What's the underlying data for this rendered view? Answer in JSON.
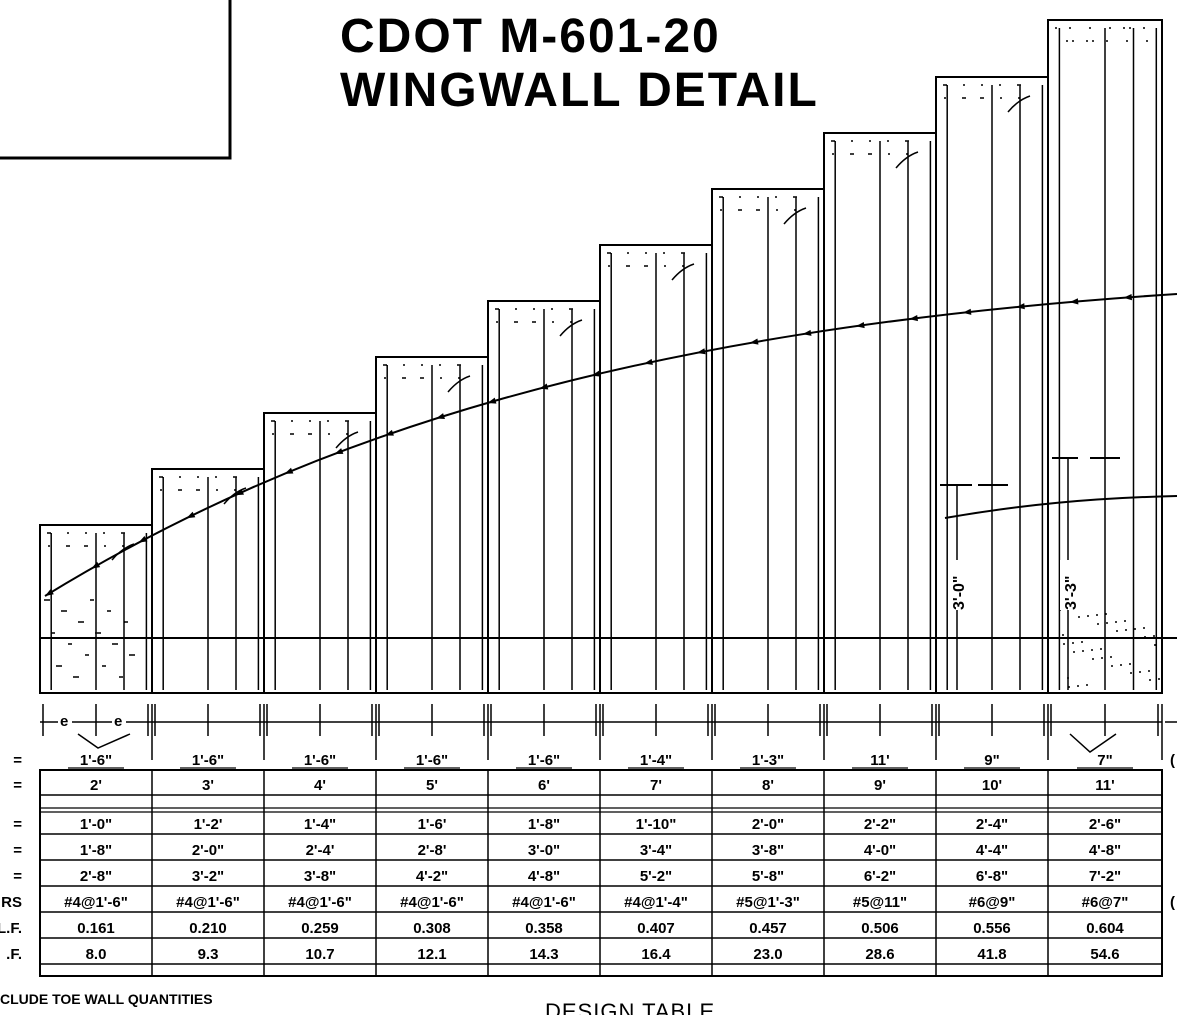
{
  "title": {
    "line1": "CDOT M-601-20",
    "line2": "WINGWALL DETAIL"
  },
  "dimension_marks": {
    "spacing_label": "e",
    "height_a": "3'-0\"",
    "height_b": "3'-3\""
  },
  "table": {
    "row_labels": [
      "=",
      "=",
      "=",
      "=",
      "=",
      "RS",
      "/L.F.",
      ".F."
    ],
    "right_edge_marks": [
      "(",
      "("
    ],
    "rows": [
      [
        "1'-6\"",
        "1'-6\"",
        "1'-6\"",
        "1'-6\"",
        "1'-6\"",
        "1'-4\"",
        "1'-3\"",
        "11'",
        "9\"",
        "7\""
      ],
      [
        "2'",
        "3'",
        "4'",
        "5'",
        "6'",
        "7'",
        "8'",
        "9'",
        "10'",
        "11'"
      ],
      [
        "1'-0\"",
        "1'-2'",
        "1'-4\"",
        "1'-6'",
        "1'-8\"",
        "1'-10\"",
        "2'-0\"",
        "2'-2\"",
        "2'-4\"",
        "2'-6\""
      ],
      [
        "1'-8\"",
        "2'-0\"",
        "2'-4'",
        "2'-8'",
        "3'-0\"",
        "3'-4\"",
        "3'-8\"",
        "4'-0\"",
        "4'-4\"",
        "4'-8\""
      ],
      [
        "2'-8\"",
        "3'-2\"",
        "3'-8\"",
        "4'-2\"",
        "4'-8\"",
        "5'-2\"",
        "5'-8\"",
        "6'-2\"",
        "6'-8\"",
        "7'-2\""
      ],
      [
        "#4@1'-6\"",
        "#4@1'-6\"",
        "#4@1'-6\"",
        "#4@1'-6\"",
        "#4@1'-6\"",
        "#4@1'-4\"",
        "#5@1'-3\"",
        "#5@11\"",
        "#6@9\"",
        "#6@7\""
      ],
      [
        "0.161",
        "0.210",
        "0.259",
        "0.308",
        "0.358",
        "0.407",
        "0.457",
        "0.506",
        "0.556",
        "0.604"
      ],
      [
        "8.0",
        "9.3",
        "10.7",
        "12.1",
        "14.3",
        "16.4",
        "23.0",
        "28.6",
        "41.8",
        "54.6"
      ]
    ]
  },
  "footnote": "CLUDE TOE WALL QUANTITIES",
  "table_caption": "DESIGN TABLE"
}
